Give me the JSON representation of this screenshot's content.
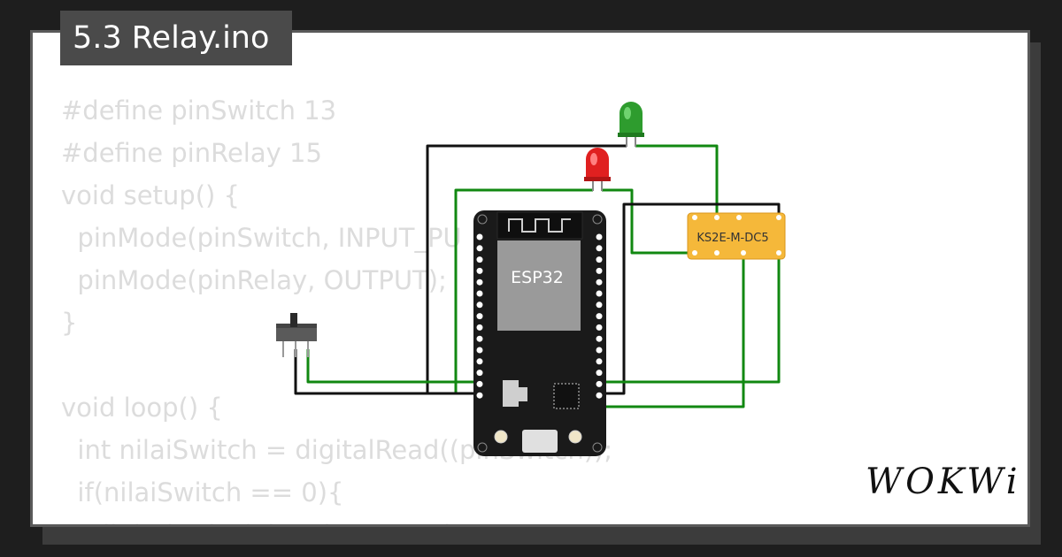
{
  "title": "5.3 Relay.ino",
  "code_lines": [
    "#define pinSwitch 13",
    "#define pinRelay 15",
    "void setup() {",
    "  pinMode(pinSwitch, INPUT_PU",
    "  pinMode(pinRelay, OUTPUT);",
    "}",
    "",
    "void loop() {",
    "  int nilaiSwitch = digitalRead((pinSwitch));",
    "  if(nilaiSwitch == 0){",
    "    digitalWrite(pinRelay, HIGH);"
  ],
  "components": {
    "board_label": "ESP32",
    "relay_label": "KS2E-M-DC5",
    "led_green": "green",
    "led_red": "red"
  },
  "brand": "WOKWi",
  "colors": {
    "wire_green": "#118811",
    "wire_black": "#111111",
    "board": "#1a1a1a",
    "relay": "#f5b83a",
    "led_green": "#2e9c2e",
    "led_red": "#e02020"
  }
}
